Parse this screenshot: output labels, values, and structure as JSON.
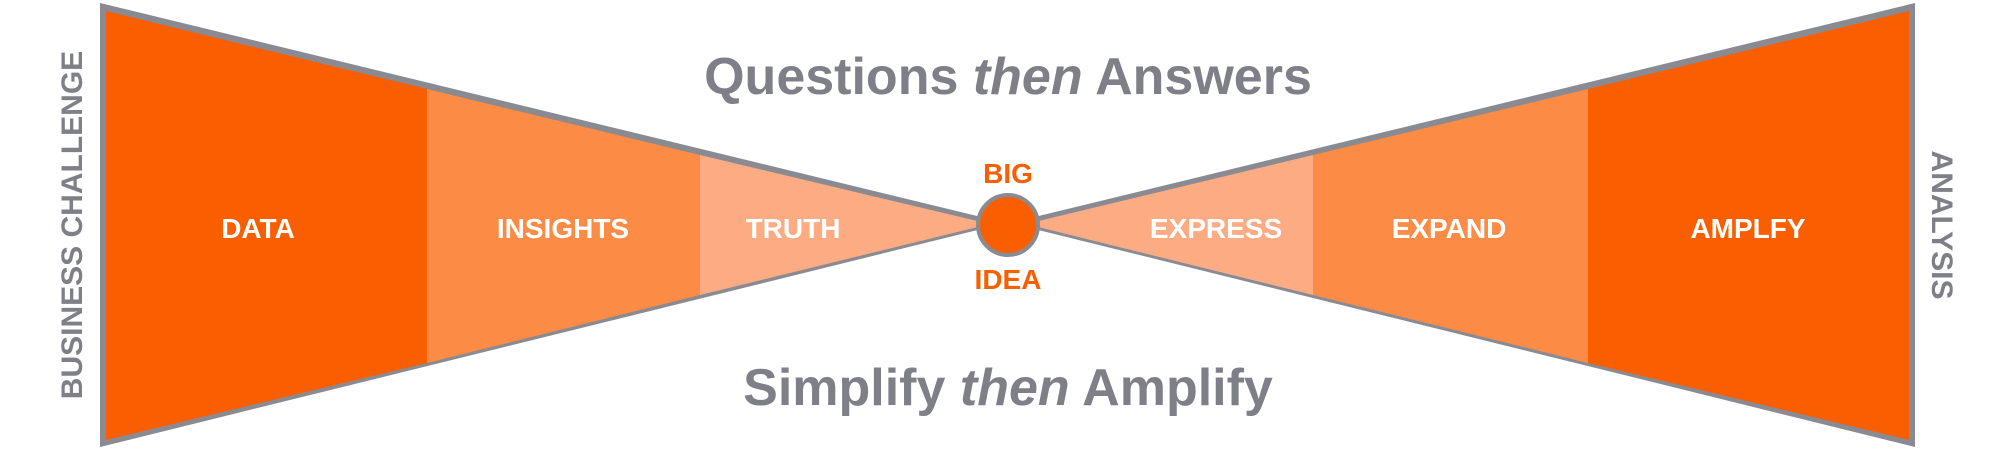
{
  "headline_top": {
    "before": "Questions ",
    "emphasis": "then",
    "after": " Answers"
  },
  "headline_bottom": {
    "before": "Simplify ",
    "emphasis": "then",
    "after": " Amplify"
  },
  "left_side_label": "BUSINESS CHALLENGE",
  "right_side_label": "ANALYSIS",
  "center": {
    "top_word": "BIG",
    "bottom_word": "IDEA"
  },
  "left_segments": [
    {
      "label": "DATA"
    },
    {
      "label": "INSIGHTS"
    },
    {
      "label": "TRUTH"
    }
  ],
  "right_segments": [
    {
      "label": "EXPRESS"
    },
    {
      "label": "EXPAND"
    },
    {
      "label": "AMPLFY"
    }
  ],
  "colors": {
    "dark_orange": "#f95f00",
    "mid_orange": "#fb8b45",
    "light_orange": "#fcab82",
    "outline_gray": "#8a8a93",
    "text_gray": "#7f7f88",
    "white": "#ffffff"
  }
}
